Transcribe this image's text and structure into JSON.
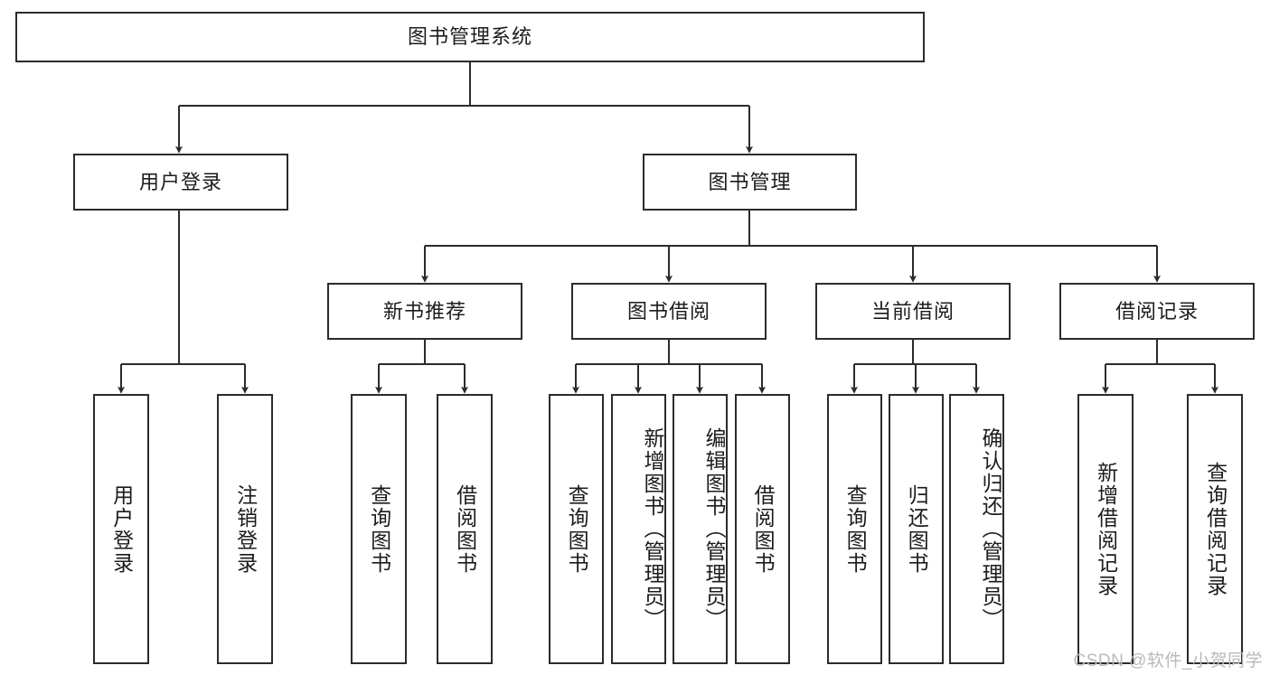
{
  "diagram": {
    "title": "图书管理系统",
    "type": "tree-hierarchy",
    "watermark": "CSDN @软件_小贺同学",
    "colors": {
      "box_border": "#2b2b2b",
      "box_fill": "#ffffff",
      "edge": "#2b2b2b",
      "text": "#1c1c1c",
      "watermark": "#b9b9b9"
    },
    "nodes": {
      "root": {
        "label": "图书管理系统"
      },
      "level2": [
        {
          "id": "user-login",
          "label": "用户登录"
        },
        {
          "id": "book-management",
          "label": "图书管理"
        }
      ],
      "level3": [
        {
          "id": "new-book-recommend",
          "label": "新书推荐"
        },
        {
          "id": "book-borrow",
          "label": "图书借阅"
        },
        {
          "id": "current-borrow",
          "label": "当前借阅"
        },
        {
          "id": "borrow-record",
          "label": "借阅记录"
        }
      ],
      "leaves": {
        "user_login": [
          {
            "id": "leaf-user-login",
            "label": "用户登录"
          },
          {
            "id": "leaf-logout-login",
            "label": "注销登录"
          }
        ],
        "new_book_recommend": [
          {
            "id": "leaf-query-book-1",
            "label": "查询图书"
          },
          {
            "id": "leaf-borrow-book-1",
            "label": "借阅图书"
          }
        ],
        "book_borrow": [
          {
            "id": "leaf-query-book-2",
            "label": "查询图书"
          },
          {
            "id": "leaf-add-book-admin",
            "label": "新增图书（管理员）"
          },
          {
            "id": "leaf-edit-book-admin",
            "label": "编辑图书（管理员）"
          },
          {
            "id": "leaf-borrow-book-2",
            "label": "借阅图书"
          }
        ],
        "current_borrow": [
          {
            "id": "leaf-query-book-3",
            "label": "查询图书"
          },
          {
            "id": "leaf-return-book",
            "label": "归还图书"
          },
          {
            "id": "leaf-confirm-return-admin",
            "label": "确认归还（管理员）"
          }
        ],
        "borrow_record": [
          {
            "id": "leaf-add-borrow-record",
            "label": "新增借阅记录"
          },
          {
            "id": "leaf-query-borrow-record",
            "label": "查询借阅记录"
          }
        ]
      }
    }
  }
}
